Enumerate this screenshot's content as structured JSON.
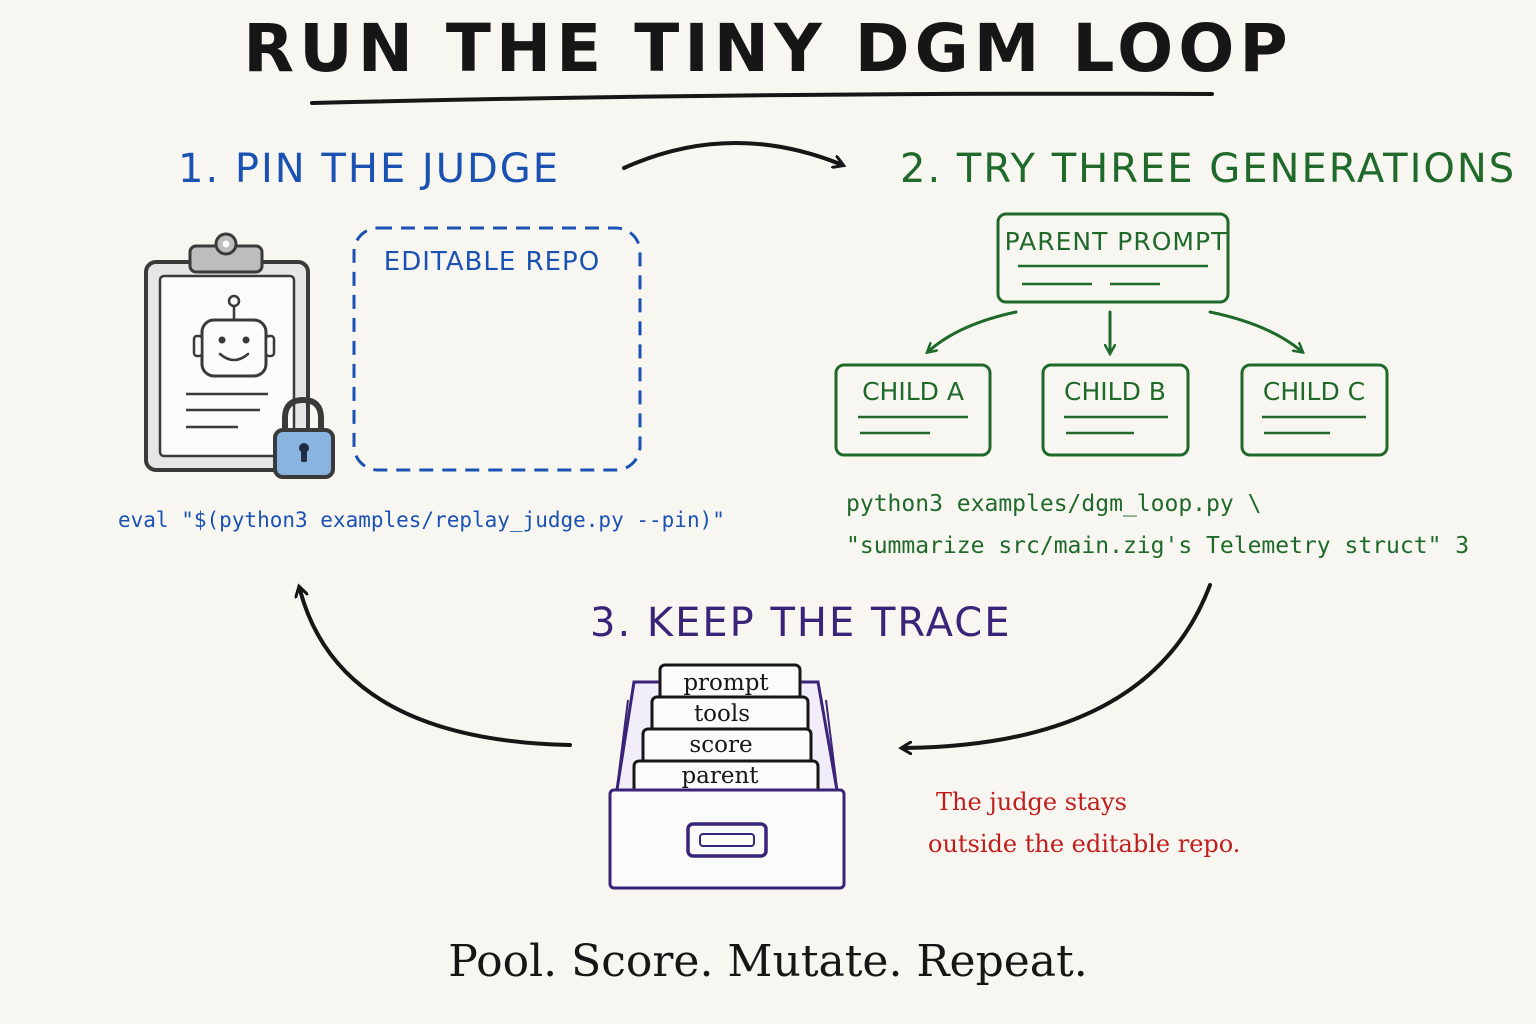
{
  "title": "RUN THE TINY DGM LOOP",
  "steps": {
    "pin": {
      "heading": "1. PIN THE JUDGE",
      "repo_label": "EDITABLE REPO",
      "command": "eval \"$(python3 examples/replay_judge.py --pin)\""
    },
    "generations": {
      "heading": "2. TRY THREE GENERATIONS",
      "parent_label": "PARENT PROMPT",
      "children": [
        "CHILD A",
        "CHILD B",
        "CHILD C"
      ],
      "command_line1": "python3 examples/dgm_loop.py \\",
      "command_line2": "\"summarize src/main.zig's Telemetry struct\" 3"
    },
    "trace": {
      "heading": "3. KEEP THE TRACE",
      "cards": [
        "prompt",
        "tools",
        "score",
        "parent"
      ]
    }
  },
  "note": {
    "line1": "The judge stays",
    "line2": "outside the editable repo."
  },
  "motto": "Pool. Score. Mutate. Repeat.",
  "colors": {
    "title": "#161616",
    "step1": "#1a52b3",
    "step2": "#1f6a2b",
    "step3": "#3a2479",
    "note": "#c21d1d",
    "lock": "#8ab4e0"
  },
  "icons": [
    "clipboard-icon",
    "robot-icon",
    "lock-icon",
    "file-drawer-icon"
  ]
}
